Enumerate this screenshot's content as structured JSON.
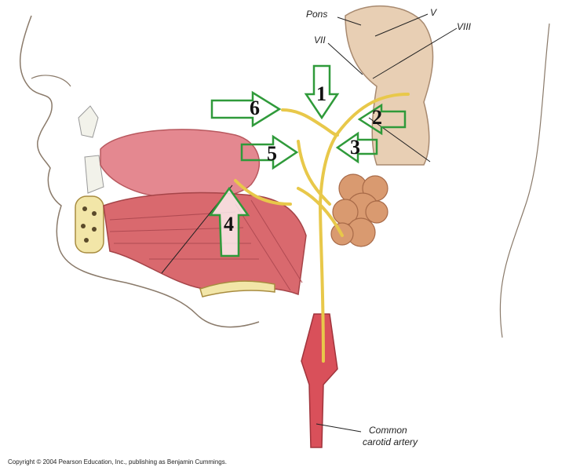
{
  "labels": {
    "pons": "Pons",
    "nerve_v": "V",
    "nerve_vii": "VII",
    "nerve_viii": "VIII",
    "artery_line1": "Common",
    "artery_line2": "carotid artery"
  },
  "markers": [
    {
      "id": "1",
      "direction": "down"
    },
    {
      "id": "2",
      "direction": "left"
    },
    {
      "id": "3",
      "direction": "left"
    },
    {
      "id": "4",
      "direction": "up"
    },
    {
      "id": "5",
      "direction": "right"
    },
    {
      "id": "6",
      "direction": "right"
    }
  ],
  "copyright": "Copyright © 2004 Pearson Education, Inc., publishing as Benjamin Cummings.",
  "colors": {
    "arrow_outline": "#2f9a3a",
    "nerve": "#e8c84a",
    "muscle": "#d9696e",
    "artery": "#d9505a",
    "gland": "#d99a70",
    "brainstem": "#e8cfb4"
  }
}
